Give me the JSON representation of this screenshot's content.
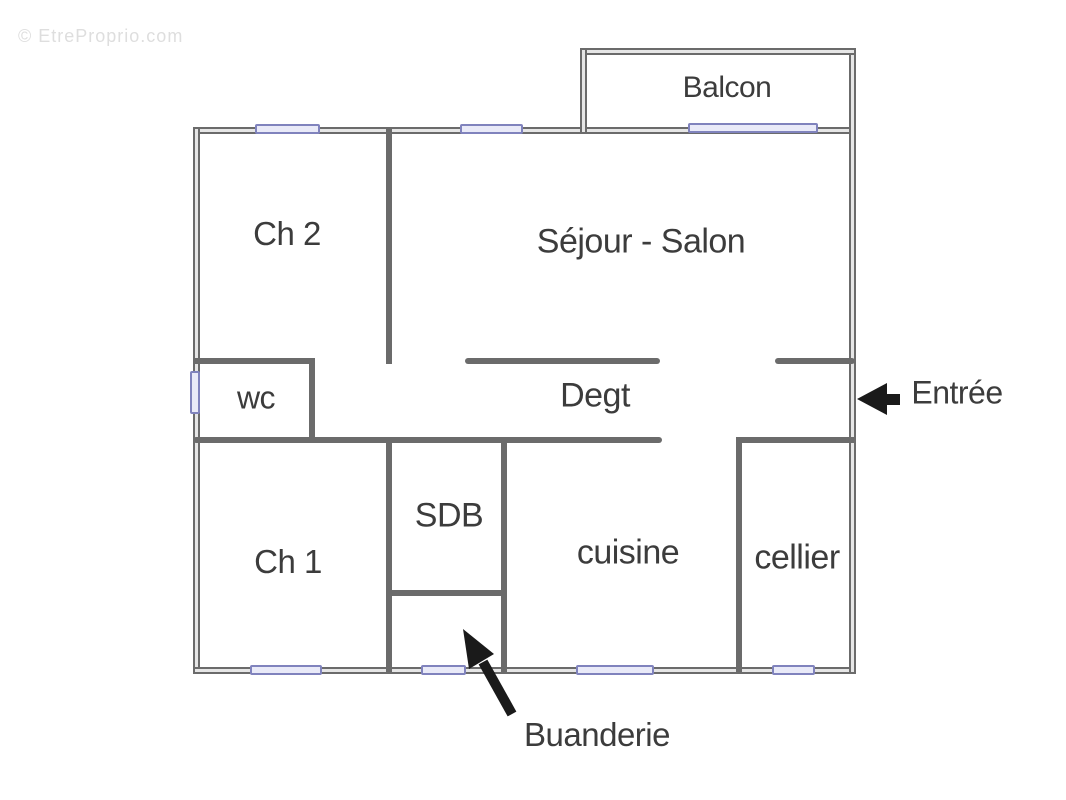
{
  "watermark": {
    "text": "© EtreProprio.com"
  },
  "rooms": {
    "balcon": {
      "label": "Balcon"
    },
    "ch2": {
      "label": "Ch 2"
    },
    "sejour": {
      "label": "Séjour - Salon"
    },
    "wc": {
      "label": "wc"
    },
    "degt": {
      "label": "Degt"
    },
    "ch1": {
      "label": "Ch 1"
    },
    "sdb": {
      "label": "SDB"
    },
    "cuisine": {
      "label": "cuisine"
    },
    "cellier": {
      "label": "cellier"
    }
  },
  "annotations": {
    "entree": {
      "label": "Entrée",
      "icon": "arrow-left-icon"
    },
    "buanderie": {
      "label": "Buanderie",
      "icon": "arrow-up-left-icon"
    }
  },
  "colors": {
    "background": "#ffffff",
    "wall_edge": "#6b6b6b",
    "wall_core": "#e6e6e6",
    "window_fill": "#e9eaf8",
    "window_border": "#8083bd",
    "text": "#3c3c3c",
    "arrow": "#1a1a1a",
    "watermark": "#dedede"
  }
}
